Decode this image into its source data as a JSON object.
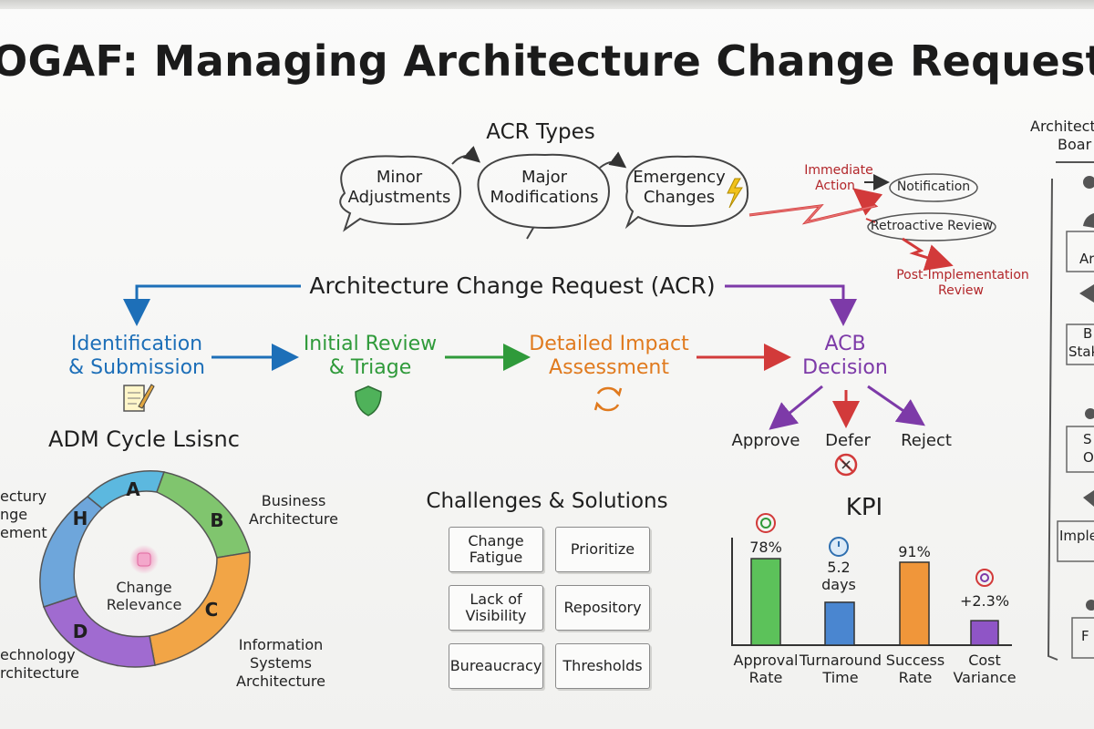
{
  "title": "TOGAF: Managing Architecture Change Requests",
  "acr_types": {
    "heading": "ACR Types",
    "items": [
      {
        "line1": "Minor",
        "line2": "Adjustments"
      },
      {
        "line1": "Major",
        "line2": "Modifications"
      },
      {
        "line1": "Emergency",
        "line2": "Changes"
      }
    ]
  },
  "emergency_path": {
    "immediate_1": "Immediate",
    "immediate_2": "Action",
    "notification": "Notification",
    "retroactive": "Retroactive Review",
    "post_1": "Post-Implementation",
    "post_2": "Review"
  },
  "acr": {
    "heading": "Architecture Change Request (ACR)",
    "steps": [
      {
        "line1": "Identification",
        "line2": "& Submission"
      },
      {
        "line1": "Initial Review",
        "line2": "& Triage"
      },
      {
        "line1": "Detailed Impact",
        "line2": "Assessment"
      },
      {
        "line1": "ACB",
        "line2": "Decision"
      }
    ],
    "decisions": [
      "Approve",
      "Defer",
      "Reject"
    ]
  },
  "adm": {
    "heading": "ADM Cycle Lsisnc",
    "center_1": "Change",
    "center_2": "Relevance",
    "letters": [
      "A",
      "B",
      "C",
      "D",
      "H"
    ],
    "labels": {
      "b1": "Business",
      "b2": "Architecture",
      "c1": "Information",
      "c2": "Systems",
      "c3": "Architecture",
      "d1": "echnology",
      "d2": "rchitecture",
      "h1": "ectury",
      "h2": "nge",
      "h3": "ement"
    }
  },
  "challenges": {
    "heading": "Challenges & Solutions",
    "rows": [
      {
        "challenge_1": "Change",
        "challenge_2": "Fatigue",
        "solution": "Prioritize"
      },
      {
        "challenge_1": "Lack of",
        "challenge_2": "Visibility",
        "solution": "Repository"
      },
      {
        "challenge_1": "Bureaucracy",
        "challenge_2": "",
        "solution": "Thresholds"
      }
    ]
  },
  "kpi": {
    "heading": "KPI",
    "value_labels": [
      "78%",
      "5.2",
      "days",
      "91%",
      "+2.3%"
    ],
    "labels": [
      {
        "l1": "Approval",
        "l2": "Rate"
      },
      {
        "l1": "Turnaround",
        "l2": "Time"
      },
      {
        "l1": "Success",
        "l2": "Rate"
      },
      {
        "l1": "Cost",
        "l2": "Variance"
      }
    ]
  },
  "chart_data": {
    "type": "bar",
    "title": "KPI",
    "categories": [
      "Approval Rate",
      "Turnaround Time",
      "Success Rate",
      "Cost Variance"
    ],
    "values": [
      78,
      5.2,
      91,
      2.3
    ],
    "value_labels": [
      "78%",
      "5.2 days",
      "91%",
      "+2.3%"
    ],
    "colors": [
      "#5cc25a",
      "#4a86d0",
      "#f0963a",
      "#8f55c6"
    ]
  },
  "board_side": {
    "head_1": "Architectu",
    "head_2": "Boar",
    "items": [
      "Ar",
      "B",
      "Stak",
      "S",
      "O",
      "Imple",
      "F"
    ]
  },
  "colors": {
    "blue": "#1d6fb8",
    "green": "#2f9a3a",
    "orange": "#e07a1e",
    "red": "#d23a3a",
    "purple": "#7d3aa8"
  }
}
